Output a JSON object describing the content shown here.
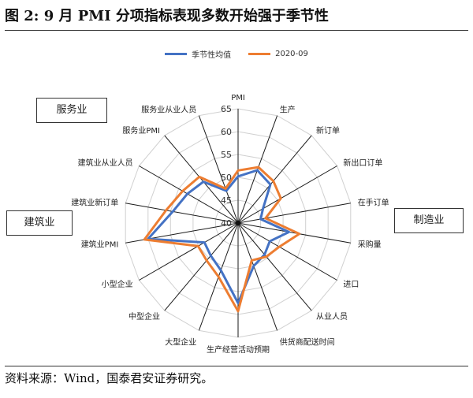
{
  "figure": {
    "title": "图 2:  9 月 PMI 分项指标表现多数开始强于季节性",
    "source": "资料来源：Wind，国泰君安证券研究。"
  },
  "groups": [
    {
      "label": "服务业"
    },
    {
      "label": "建筑业"
    },
    {
      "label": "制造业"
    }
  ],
  "chart_data": {
    "type": "radar",
    "rlim": [
      40,
      65
    ],
    "ticks": [
      40,
      45,
      50,
      55,
      60,
      65
    ],
    "grid": true,
    "legend": "top-center",
    "categories": [
      "PMI",
      "生产",
      "新订单",
      "新出口订单",
      "在手订单",
      "采购量",
      "进口",
      "从业人员",
      "供货商配送时间",
      "生产经营活动预期",
      "大型企业",
      "中型企业",
      "小型企业",
      "建筑业PMI",
      "建筑业新订单",
      "建筑业从业人员",
      "服务业PMI",
      "服务业从业人员"
    ],
    "series": [
      {
        "name": "季节性均值",
        "color": "#4472c4",
        "values": [
          50.2,
          52.3,
          51.0,
          46.3,
          45.0,
          51.3,
          48.0,
          49.0,
          50.0,
          57.5,
          51.0,
          49.3,
          48.5,
          60.0,
          54.5,
          52.8,
          51.8,
          47.5
        ]
      },
      {
        "name": "2020-09",
        "color": "#ed7d31",
        "values": [
          51.5,
          53.0,
          52.0,
          50.8,
          46.1,
          53.6,
          50.4,
          49.6,
          48.7,
          59.3,
          52.5,
          50.7,
          50.1,
          60.8,
          56.0,
          54.0,
          53.2,
          48.0
        ]
      }
    ]
  }
}
